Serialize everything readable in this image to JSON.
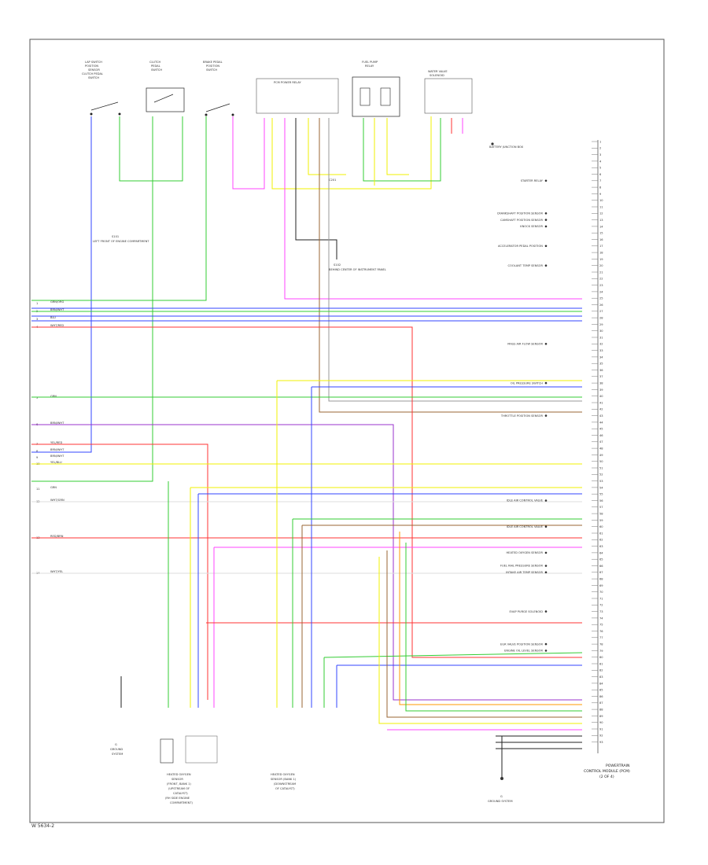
{
  "diagram": {
    "footer_code": "W 5634-2",
    "pcm_label": [
      "POWERTRAIN",
      "CONTROL MODULE (PCM)",
      "(2 OF 4)"
    ],
    "top_components": [
      {
        "id": "lapp",
        "lines": [
          "LAP SWITCH",
          "POSITION",
          "SENSOR",
          "CLUTCH PEDAL",
          "SWITCH"
        ]
      },
      {
        "id": "ccbrake",
        "lines": [
          "CLUTCH",
          "PEDAL",
          "SWITCH"
        ]
      },
      {
        "id": "brakesw",
        "lines": [
          "BRAKE PEDAL",
          "POSITION",
          "SWITCH"
        ]
      },
      {
        "id": "pcmpower",
        "lines": [
          "PCM POWER RELAY"
        ]
      },
      {
        "id": "fuelpump",
        "lines": [
          "FUEL PUMP",
          "RELAY"
        ]
      },
      {
        "id": "ect",
        "lines": [
          "WATER VALVE",
          "SOLENOID"
        ]
      }
    ],
    "left_labels": [
      "GRN/ORG",
      "BRN/WHT",
      "BLU",
      "WHT/RED",
      "GRN",
      "BRN/WHT",
      "YEL/RED",
      "BRN/WHT",
      "BRN/WHT",
      "YEL/BLU",
      "GRN",
      "WHT/GRN",
      "RED/BRN",
      "WHT/YEL"
    ],
    "left_refs": [
      "1",
      "2",
      "3",
      "4",
      "5",
      "6",
      "7",
      "8",
      "9",
      "10",
      "11",
      "12",
      "13",
      "14"
    ],
    "right_refs": [
      "1",
      "2",
      "3",
      "4",
      "5",
      "6",
      "7",
      "8",
      "9",
      "10",
      "11",
      "12",
      "13",
      "14",
      "15",
      "16",
      "17",
      "18",
      "19",
      "20",
      "21",
      "22",
      "23",
      "24",
      "25",
      "26",
      "27",
      "28",
      "29",
      "30",
      "31",
      "32",
      "33",
      "34",
      "35",
      "36",
      "37",
      "38",
      "39",
      "40",
      "41",
      "42",
      "43",
      "44",
      "45",
      "46",
      "47",
      "48",
      "49",
      "50",
      "51",
      "52",
      "53",
      "54",
      "55",
      "56",
      "57",
      "58",
      "59",
      "60",
      "61",
      "62",
      "63",
      "64",
      "65",
      "66",
      "67",
      "68",
      "69",
      "70",
      "71",
      "72",
      "73",
      "74",
      "75",
      "76",
      "77",
      "78",
      "79",
      "80",
      "81",
      "82",
      "83",
      "84",
      "85",
      "86",
      "87",
      "88",
      "89",
      "90",
      "91",
      "92",
      "93"
    ],
    "right_notes": [
      {
        "text": "STARTER RELAY",
        "row": 6
      },
      {
        "text": "CRANKSHAFT POSITION SENSOR",
        "row": 11
      },
      {
        "text": "CAMSHAFT POSITION SENSOR",
        "row": 12
      },
      {
        "text": "KNOCK SENSOR",
        "row": 13
      },
      {
        "text": "ACCELERATOR PEDAL POSITION",
        "row": 16
      },
      {
        "text": "COOLANT TEMP SENSOR",
        "row": 19
      },
      {
        "text": "MASS AIR FLOW SENSOR",
        "row": 31
      },
      {
        "text": "OIL PRESSURE SWITCH",
        "row": 37
      },
      {
        "text": "THROTTLE POSITION SENSOR",
        "row": 42
      },
      {
        "text": "IDLE AIR CONTROL VALVE",
        "row": 55
      },
      {
        "text": "IDLE AIR CONTROL VALVE",
        "row": 59
      },
      {
        "text": "HEATED OXYGEN SENSOR",
        "row": 63
      },
      {
        "text": "FUEL RAIL PRESSURE SENSOR",
        "row": 65
      },
      {
        "text": "INTAKE AIR TEMP SENSOR",
        "row": 66
      },
      {
        "text": "EVAP PURGE SOLENOID",
        "row": 72
      },
      {
        "text": "EGR VALVE POSITION SENSOR",
        "row": 77
      },
      {
        "text": "ENGINE OIL LEVEL SENSOR",
        "row": 78
      }
    ],
    "bottom_components": [
      {
        "id": "g1",
        "lines": [
          "G",
          "GROUND",
          "SYSTEM"
        ]
      },
      {
        "id": "heated_o2",
        "lines": [
          "HEATED OXYGEN",
          "SENSOR",
          "(FRONT, BANK 1)",
          "(UPSTREAM OF",
          "CATALYST)",
          "(RH SIDE ENGINE",
          "COMPARTMENT)"
        ]
      },
      {
        "id": "o2_down",
        "lines": [
          "HEATED OXYGEN",
          "SENSOR (BANK 1)",
          "(DOWNSTREAM",
          "OF CATALYST)"
        ]
      },
      {
        "id": "g2",
        "lines": [
          "G",
          "GROUND SYSTEM"
        ]
      }
    ],
    "mid_labels": [
      {
        "text": "S101",
        "sub": "LEFT FRONT OF ENGINE COMPARTMENT"
      },
      {
        "text": "S102",
        "sub": "BEHIND CENTER OF INSTRUMENT PANEL"
      },
      {
        "text": "C201"
      },
      {
        "text": "BATTERY JUNCTION BOX"
      }
    ],
    "colors": {
      "green": "#33cc33",
      "blue": "#3344ff",
      "red": "#ff3333",
      "yellow": "#f2f200",
      "magenta": "#ff44ff",
      "violet": "#9933cc",
      "brown": "#996633",
      "orange": "#ff9900",
      "gray": "#999999",
      "black": "#222222"
    }
  }
}
